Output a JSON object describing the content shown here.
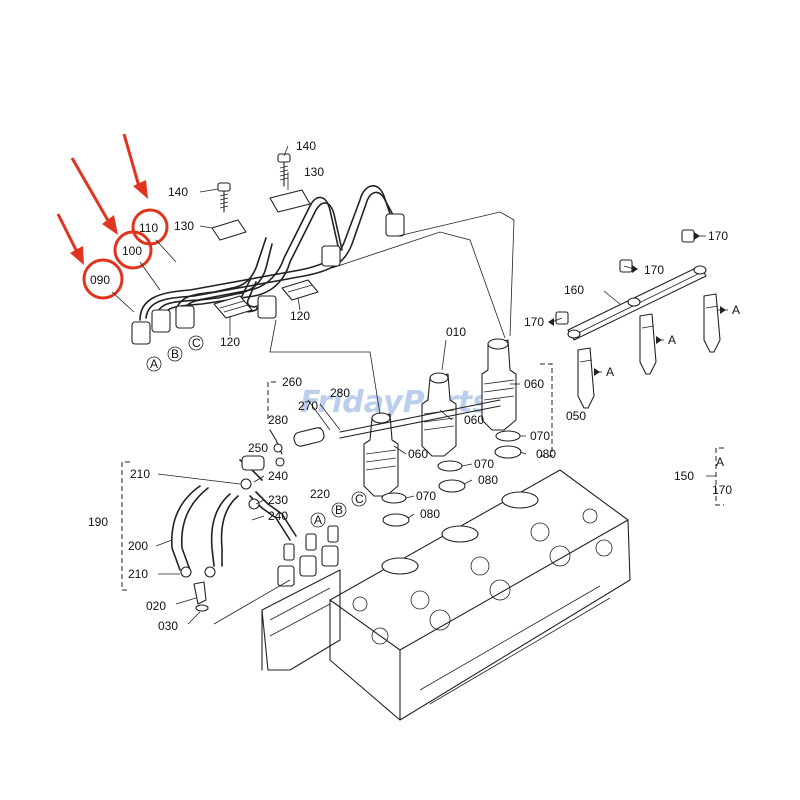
{
  "watermark": "FridayParts",
  "highlight_color": "#e0341e",
  "watermark_color": "#3f74c9",
  "callouts": {
    "c140a": "140",
    "c130a": "130",
    "c140b": "140",
    "c130b": "130",
    "c110": "110",
    "c100": "100",
    "c090": "090",
    "c120a": "120",
    "c120b": "120",
    "cA1": "A",
    "cB1": "B",
    "cC1": "C",
    "c010": "010",
    "c260": "260",
    "c280a": "280",
    "c270": "270",
    "c060a": "060",
    "c060b": "060",
    "c060c": "060",
    "c050": "050",
    "c070a": "070",
    "c080a": "080",
    "c070b": "070",
    "c080b": "080",
    "c070c": "070",
    "c080c": "080",
    "c280b": "280",
    "c250": "250",
    "c210a": "210",
    "c240a": "240",
    "c230": "230",
    "c220": "220",
    "c190": "190",
    "c240b": "240",
    "c200": "200",
    "c210b": "210",
    "c020": "020",
    "c030": "030",
    "cA2": "A",
    "cB2": "B",
    "cC2": "C",
    "c170a": "170",
    "c170b": "170",
    "c170c": "170",
    "c160": "160",
    "cA3": "A",
    "cA4": "A",
    "cA5": "A",
    "c150": "150",
    "cA6": "A",
    "c170d": "170"
  }
}
